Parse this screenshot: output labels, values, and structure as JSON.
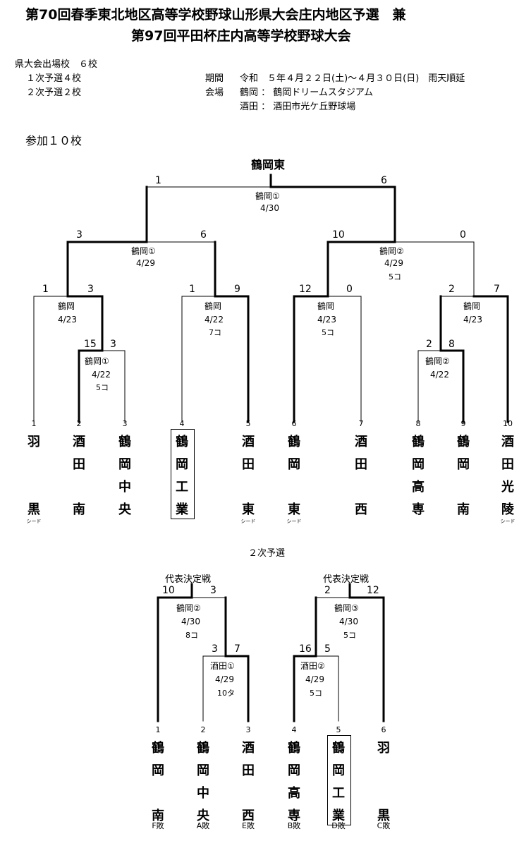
{
  "title": {
    "line1": "第70回春季東北地区高等学校野球山形県大会庄内地区予選　兼",
    "line2": "第97回平田杯庄内高等学校野球大会"
  },
  "info": {
    "left1": "県大会出場校　６校",
    "left2": "１次予選４校",
    "left3": "２次予選２校",
    "period_label": "期間",
    "period": "令和　５年４月２２日(土)～４月３０日(日)　雨天順延",
    "venue_label": "会場",
    "venue1": "鶴岡 ： 鶴岡ドリームスタジアム",
    "venue2": "酒田 ： 酒田市光ケ丘野球場"
  },
  "participants": "参加１０校",
  "round1": {
    "champion": "鶴岡東",
    "final": {
      "venue": "鶴岡①",
      "date": "4/30",
      "left_score": "1",
      "right_score": "6"
    },
    "semi_left": {
      "venue": "鶴岡①",
      "date": "4/29",
      "left_score": "3",
      "right_score": "6"
    },
    "semi_right": {
      "venue": "鶴岡②",
      "date": "4/29",
      "note": "5コ",
      "left_score": "10",
      "right_score": "0"
    },
    "qf1": {
      "venue": "鶴岡",
      "date": "4/23",
      "left_score": "1",
      "right_score": "3"
    },
    "qf2": {
      "venue": "鶴岡",
      "date": "4/22",
      "note": "7コ",
      "left_score": "1",
      "right_score": "9"
    },
    "qf3": {
      "venue": "鶴岡",
      "date": "4/23",
      "note": "5コ",
      "left_score": "12",
      "right_score": "0"
    },
    "qf4": {
      "venue": "鶴岡",
      "date": "4/23",
      "left_score": "2",
      "right_score": "7"
    },
    "r1a": {
      "venue": "鶴岡①",
      "date": "4/22",
      "note": "5コ",
      "left_score": "15",
      "right_score": "3"
    },
    "r1b": {
      "venue": "鶴岡②",
      "date": "4/22",
      "left_score": "2",
      "right_score": "8"
    },
    "teams": [
      {
        "num": "1",
        "name": [
          "羽",
          "",
          "黒"
        ],
        "seed": "シード"
      },
      {
        "num": "2",
        "name": [
          "酒",
          "田",
          "南"
        ],
        "seed": ""
      },
      {
        "num": "3",
        "name": [
          "鶴",
          "岡",
          "中",
          "央"
        ],
        "seed": ""
      },
      {
        "num": "4",
        "name": [
          "鶴",
          "岡",
          "工",
          "業"
        ],
        "seed": ""
      },
      {
        "num": "5",
        "name": [
          "酒",
          "田",
          "東"
        ],
        "seed": "シード"
      },
      {
        "num": "6",
        "name": [
          "鶴",
          "岡",
          "東"
        ],
        "seed": "シード"
      },
      {
        "num": "7",
        "name": [
          "酒",
          "田",
          "西"
        ],
        "seed": ""
      },
      {
        "num": "8",
        "name": [
          "鶴",
          "岡",
          "高",
          "専"
        ],
        "seed": ""
      },
      {
        "num": "9",
        "name": [
          "鶴",
          "岡",
          "南"
        ],
        "seed": ""
      },
      {
        "num": "10",
        "name": [
          "酒",
          "田",
          "光",
          "陵"
        ],
        "seed": "シード"
      }
    ]
  },
  "round2": {
    "heading": "２次予選",
    "left": {
      "label": "代表決定戦",
      "venue": "鶴岡②",
      "date": "4/30",
      "note": "8コ",
      "left_score": "10",
      "right_score": "3"
    },
    "left_semi": {
      "venue": "酒田①",
      "date": "4/29",
      "note": "10タ",
      "left_score": "3",
      "right_score": "7"
    },
    "right": {
      "label": "代表決定戦",
      "venue": "鶴岡③",
      "date": "4/30",
      "note": "5コ",
      "left_score": "2",
      "right_score": "12"
    },
    "right_semi": {
      "venue": "酒田②",
      "date": "4/29",
      "note": "5コ",
      "left_score": "16",
      "right_score": "5"
    },
    "teams": [
      {
        "num": "1",
        "name": [
          "鶴",
          "岡",
          "南"
        ],
        "lose": "F敗"
      },
      {
        "num": "2",
        "name": [
          "鶴",
          "岡",
          "中",
          "央"
        ],
        "lose": "A敗"
      },
      {
        "num": "3",
        "name": [
          "酒",
          "田",
          "西"
        ],
        "lose": "E敗"
      },
      {
        "num": "4",
        "name": [
          "鶴",
          "岡",
          "高",
          "専"
        ],
        "lose": "B敗"
      },
      {
        "num": "5",
        "name": [
          "鶴",
          "岡",
          "工",
          "業"
        ],
        "lose": "D敗"
      },
      {
        "num": "6",
        "name": [
          "羽",
          "",
          "黒"
        ],
        "lose": "C敗"
      }
    ]
  }
}
